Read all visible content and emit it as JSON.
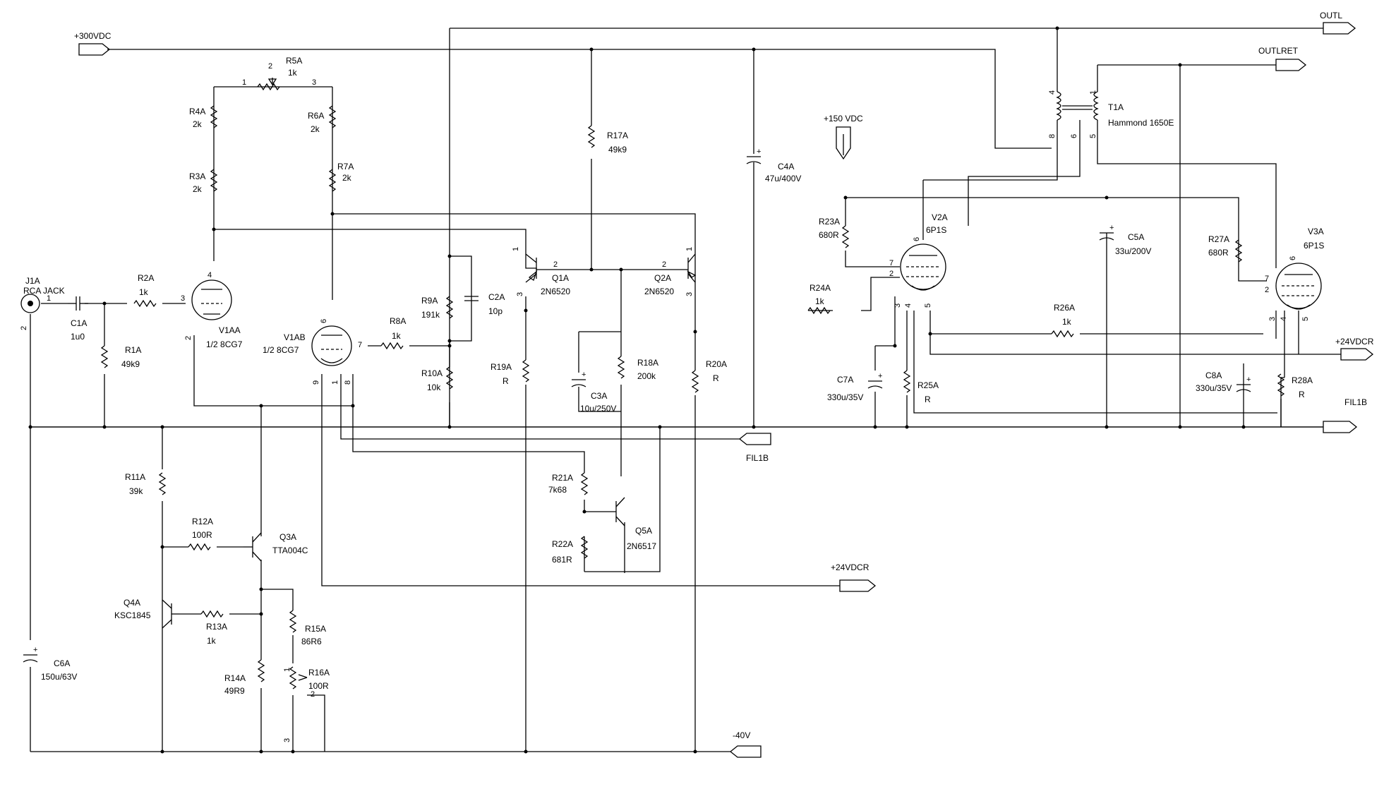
{
  "ports": {
    "v300": "+300VDC",
    "outl": "OUTL",
    "outlret": "OUTLRET",
    "v150": "+150 VDC",
    "v24_right": "+24VDCR",
    "fil1b_right": "FIL1B",
    "fil1b_mid": "FIL1B",
    "v24_mid": "+24VDCR",
    "neg40": "-40V"
  },
  "components": {
    "J1A": {
      "ref": "J1A",
      "value": "RCA JACK"
    },
    "C1A": {
      "ref": "C1A",
      "value": "1u0"
    },
    "R1A": {
      "ref": "R1A",
      "value": "49k9"
    },
    "R2A": {
      "ref": "R2A",
      "value": "1k"
    },
    "R3A": {
      "ref": "R3A",
      "value": "2k"
    },
    "R4A": {
      "ref": "R4A",
      "value": "2k"
    },
    "R5A": {
      "ref": "R5A",
      "value": "1k"
    },
    "R6A": {
      "ref": "R6A",
      "value": "2k"
    },
    "R7A": {
      "ref": "R7A",
      "value": "2k"
    },
    "V1AA": {
      "ref": "V1AA",
      "value": "1/2 8CG7"
    },
    "V1AB": {
      "ref": "V1AB",
      "value": "1/2 8CG7"
    },
    "R8A": {
      "ref": "R8A",
      "value": "1k"
    },
    "R9A": {
      "ref": "R9A",
      "value": "191k"
    },
    "C2A": {
      "ref": "C2A",
      "value": "10p"
    },
    "R10A": {
      "ref": "R10A",
      "value": "10k"
    },
    "Q1A": {
      "ref": "Q1A",
      "value": "2N6520"
    },
    "Q2A": {
      "ref": "Q2A",
      "value": "2N6520"
    },
    "R17A": {
      "ref": "R17A",
      "value": "49k9"
    },
    "C4A": {
      "ref": "C4A",
      "value": "47u/400V"
    },
    "R19A": {
      "ref": "R19A",
      "value": "R"
    },
    "R18A": {
      "ref": "R18A",
      "value": "200k"
    },
    "C3A": {
      "ref": "C3A",
      "value": "10u/250V"
    },
    "R20A": {
      "ref": "R20A",
      "value": "R"
    },
    "R21A": {
      "ref": "R21A",
      "value": "7k68"
    },
    "R22A": {
      "ref": "R22A",
      "value": "681R"
    },
    "Q5A": {
      "ref": "Q5A",
      "value": "2N6517"
    },
    "R11A": {
      "ref": "R11A",
      "value": "39k"
    },
    "R12A": {
      "ref": "R12A",
      "value": "100R"
    },
    "Q3A": {
      "ref": "Q3A",
      "value": "TTA004C"
    },
    "Q4A": {
      "ref": "Q4A",
      "value": "KSC1845"
    },
    "R13A": {
      "ref": "R13A",
      "value": "1k"
    },
    "R14A": {
      "ref": "R14A",
      "value": "49R9"
    },
    "R15A": {
      "ref": "R15A",
      "value": "86R6"
    },
    "R16A": {
      "ref": "R16A",
      "value": "100R"
    },
    "C6A": {
      "ref": "C6A",
      "value": "150u/63V"
    },
    "T1A": {
      "ref": "T1A",
      "value": "Hammond 1650E"
    },
    "V2A": {
      "ref": "V2A",
      "value": "6P1S"
    },
    "V3A": {
      "ref": "V3A",
      "value": "6P1S"
    },
    "R23A": {
      "ref": "R23A",
      "value": "680R"
    },
    "R24A": {
      "ref": "R24A",
      "value": "1k"
    },
    "C5A": {
      "ref": "C5A",
      "value": "33u/200V"
    },
    "R27A": {
      "ref": "R27A",
      "value": "680R"
    },
    "R26A": {
      "ref": "R26A",
      "value": "1k"
    },
    "C7A": {
      "ref": "C7A",
      "value": "330u/35V"
    },
    "R25A": {
      "ref": "R25A",
      "value": "R"
    },
    "C8A": {
      "ref": "C8A",
      "value": "330u/35V"
    },
    "R28A": {
      "ref": "R28A",
      "value": "R"
    }
  },
  "pins": {
    "j1a_1": "1",
    "j1a_2": "2",
    "r5a_1": "1",
    "r5a_2": "2",
    "r5a_3": "3",
    "v1aa_4": "4",
    "v1aa_3": "3",
    "v1aa_2": "2",
    "v1ab_6": "6",
    "v1ab_7": "7",
    "v1ab_9": "9",
    "v1ab_1": "1",
    "v1ab_8": "8",
    "q1a_1": "1",
    "q1a_2": "2",
    "q1a_3": "3",
    "q2a_1": "1",
    "q2a_2": "2",
    "q2a_3": "3",
    "t1a_4": "4",
    "t1a_1": "1",
    "t1a_8": "8",
    "t1a_6": "6",
    "t1a_5": "5",
    "v2a_6": "6",
    "v2a_7": "7",
    "v2a_2": "2",
    "v2a_3": "3",
    "v2a_4": "4",
    "v2a_5": "5",
    "v3a_6": "6",
    "v3a_7": "7",
    "v3a_2": "2",
    "v3a_3": "3",
    "v3a_4": "4",
    "v3a_5": "5",
    "r16a_1": "1",
    "r16a_2": "2",
    "r16a_3": "3"
  }
}
